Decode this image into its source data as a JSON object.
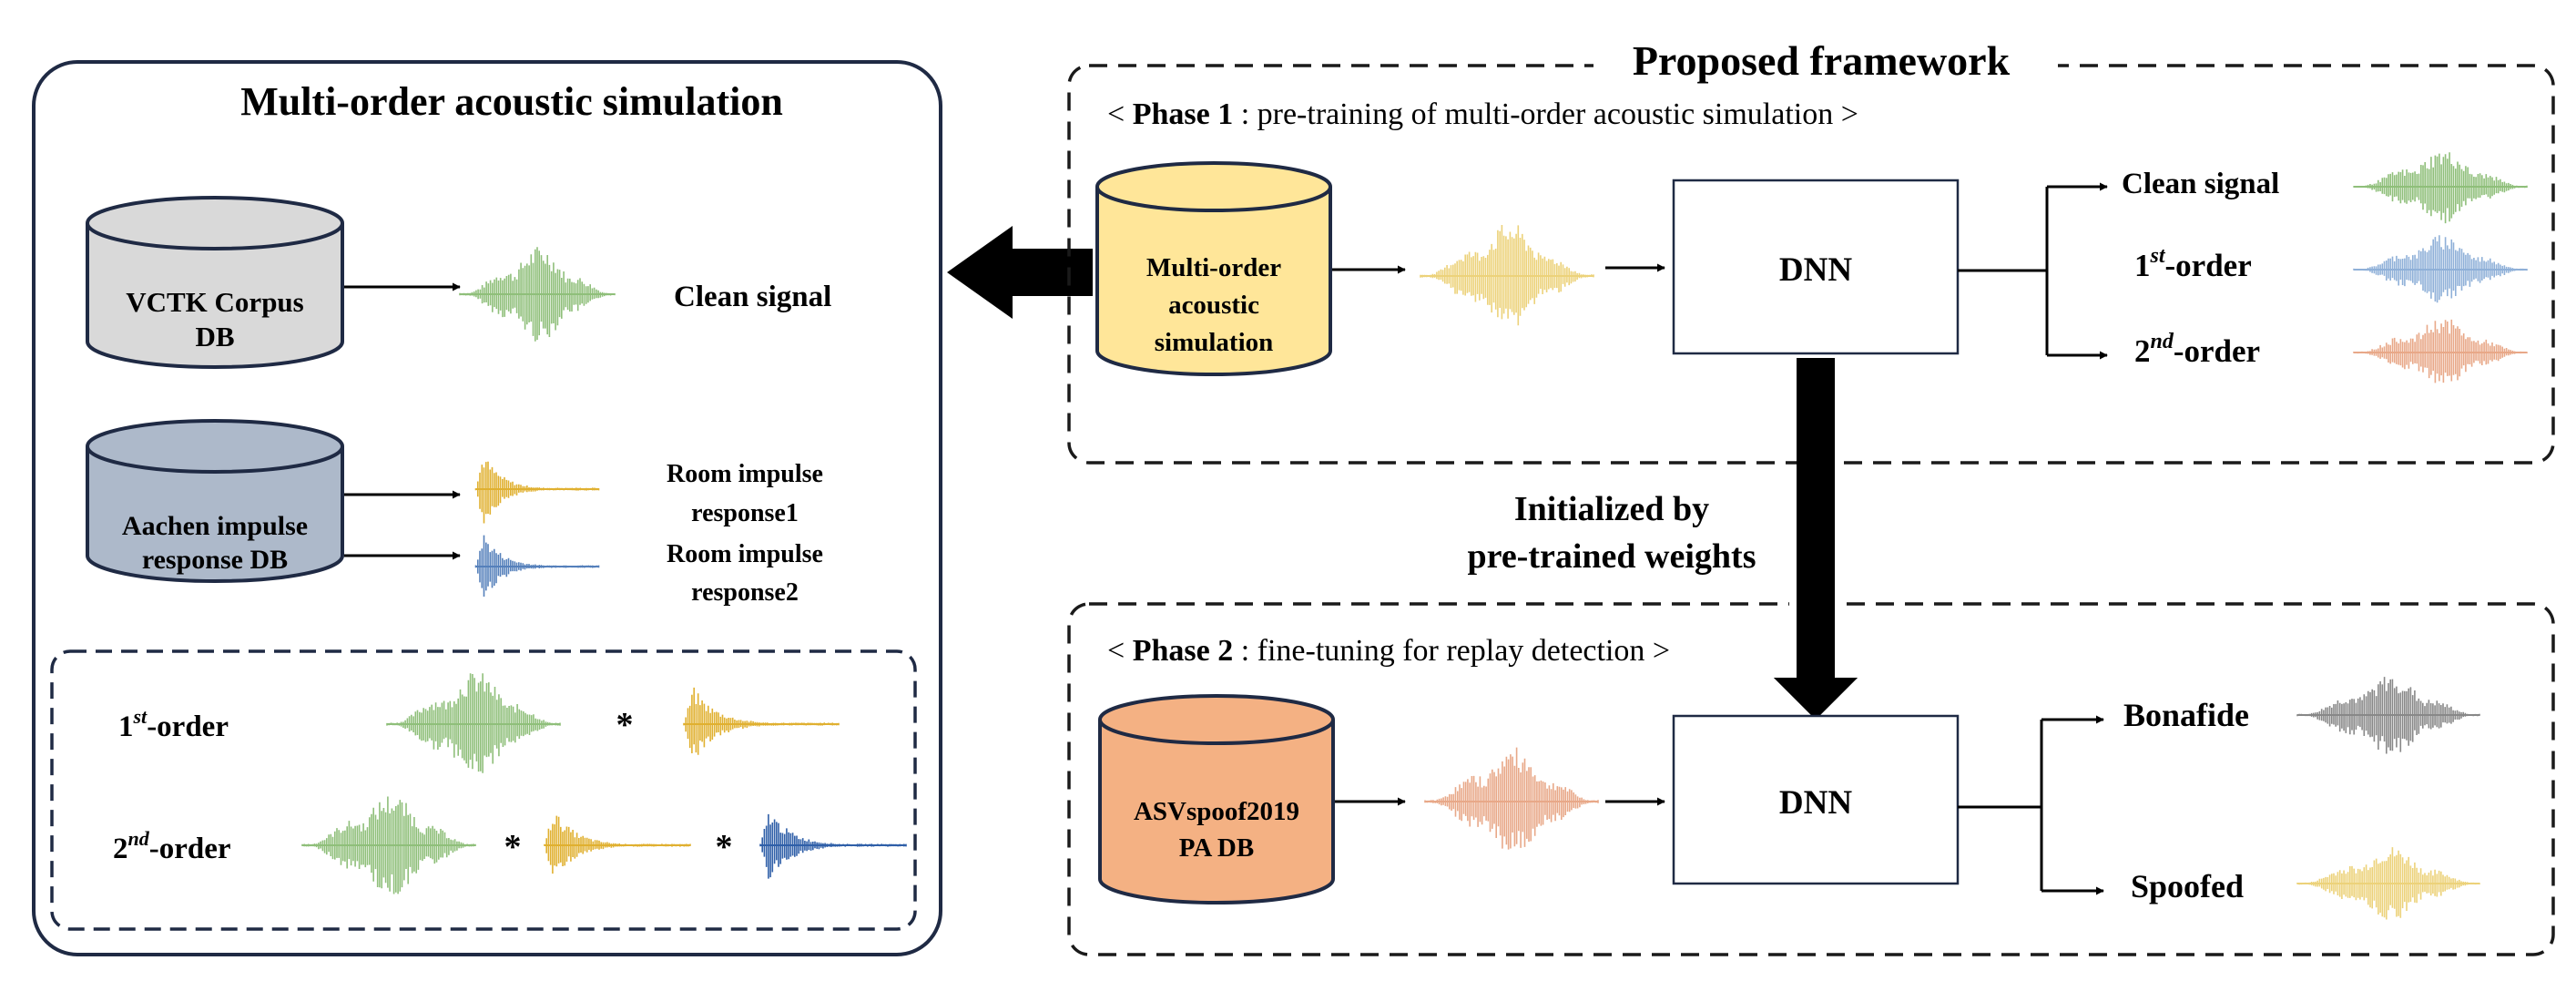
{
  "left_panel": {
    "title": "Multi-order acoustic simulation",
    "vctk_db": [
      "VCTK Corpus",
      "DB"
    ],
    "clean_label": "Clean signal",
    "aachen_db": [
      "Aachen impulse",
      "response DB"
    ],
    "rir1_label": [
      "Room impulse",
      "response1"
    ],
    "rir2_label": [
      "Room impulse",
      "response2"
    ],
    "first_order": {
      "base": "1",
      "sup": "st",
      "rest": "-order"
    },
    "second_order": {
      "base": "2",
      "sup": "nd",
      "rest": "-order"
    },
    "conv_symbol": "*"
  },
  "framework": {
    "title": "Proposed framework",
    "phase1": {
      "prefix": "< ",
      "bold": "Phase 1",
      "rest": " : pre-training of multi-order acoustic simulation >"
    },
    "phase2": {
      "prefix": "< ",
      "bold": "Phase 2",
      "rest": " : fine-tuning for replay detection >"
    },
    "mos_db": [
      "Multi-order",
      "acoustic",
      "simulation"
    ],
    "asv_db": [
      "ASVspoof2019",
      "PA DB"
    ],
    "dnn_label": "DNN",
    "out_clean": "Clean signal",
    "out_first": {
      "base": "1",
      "sup": "st",
      "rest": "-order"
    },
    "out_second": {
      "base": "2",
      "sup": "nd",
      "rest": "-order"
    },
    "init_label": [
      "Initialized by",
      "pre-trained weights"
    ],
    "out_bonafide": "Bonafide",
    "out_spoofed": "Spoofed"
  },
  "colors": {
    "green": "#8fbf7a",
    "yellow": "#e0b030",
    "blue": "#5580bb",
    "dark_blue": "#2f5fa8",
    "light_blue": "#8fb0d8",
    "orange": "#e8a888",
    "gray": "#888888",
    "light_yellow": "#ecd27a",
    "db_gray": "#d9d9d9",
    "db_blue": "#adb9ca",
    "db_yellow": "#ffe699",
    "db_orange": "#f4b183"
  }
}
